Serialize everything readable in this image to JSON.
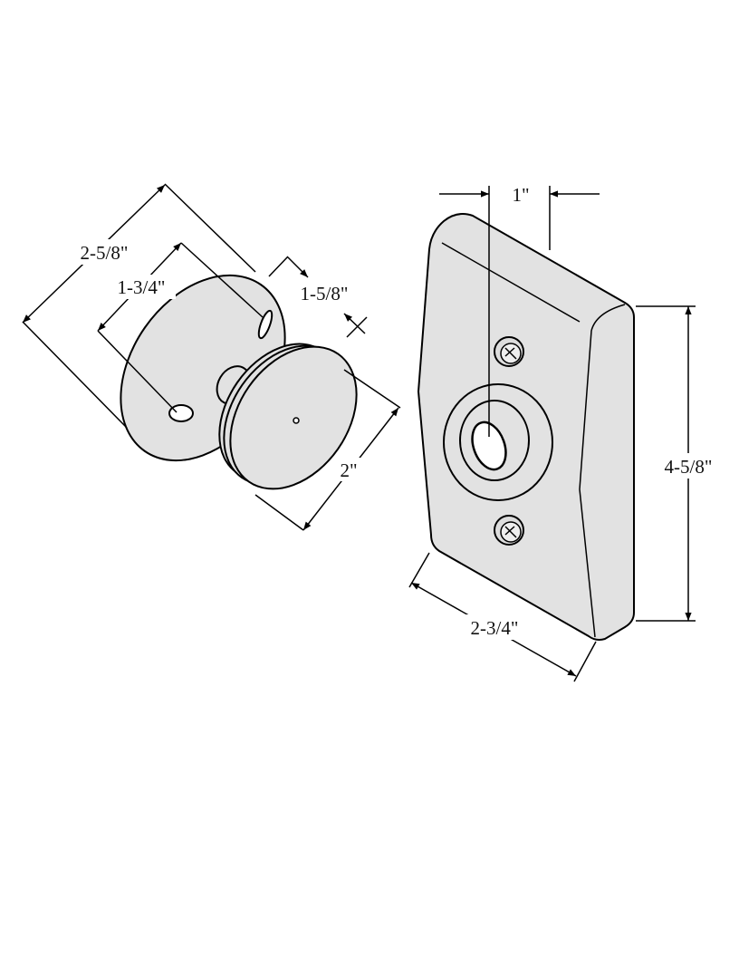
{
  "title": "Magnetic door holder dimensional drawing",
  "dimensions": {
    "disc_diameter": "2-5/8\"",
    "hole_spacing": "1-3/4\"",
    "depth": "1-5/8\"",
    "face_diameter": "2\"",
    "plate_offset": "1\"",
    "plate_height": "4-5/8\"",
    "plate_width": "2-3/4\""
  }
}
